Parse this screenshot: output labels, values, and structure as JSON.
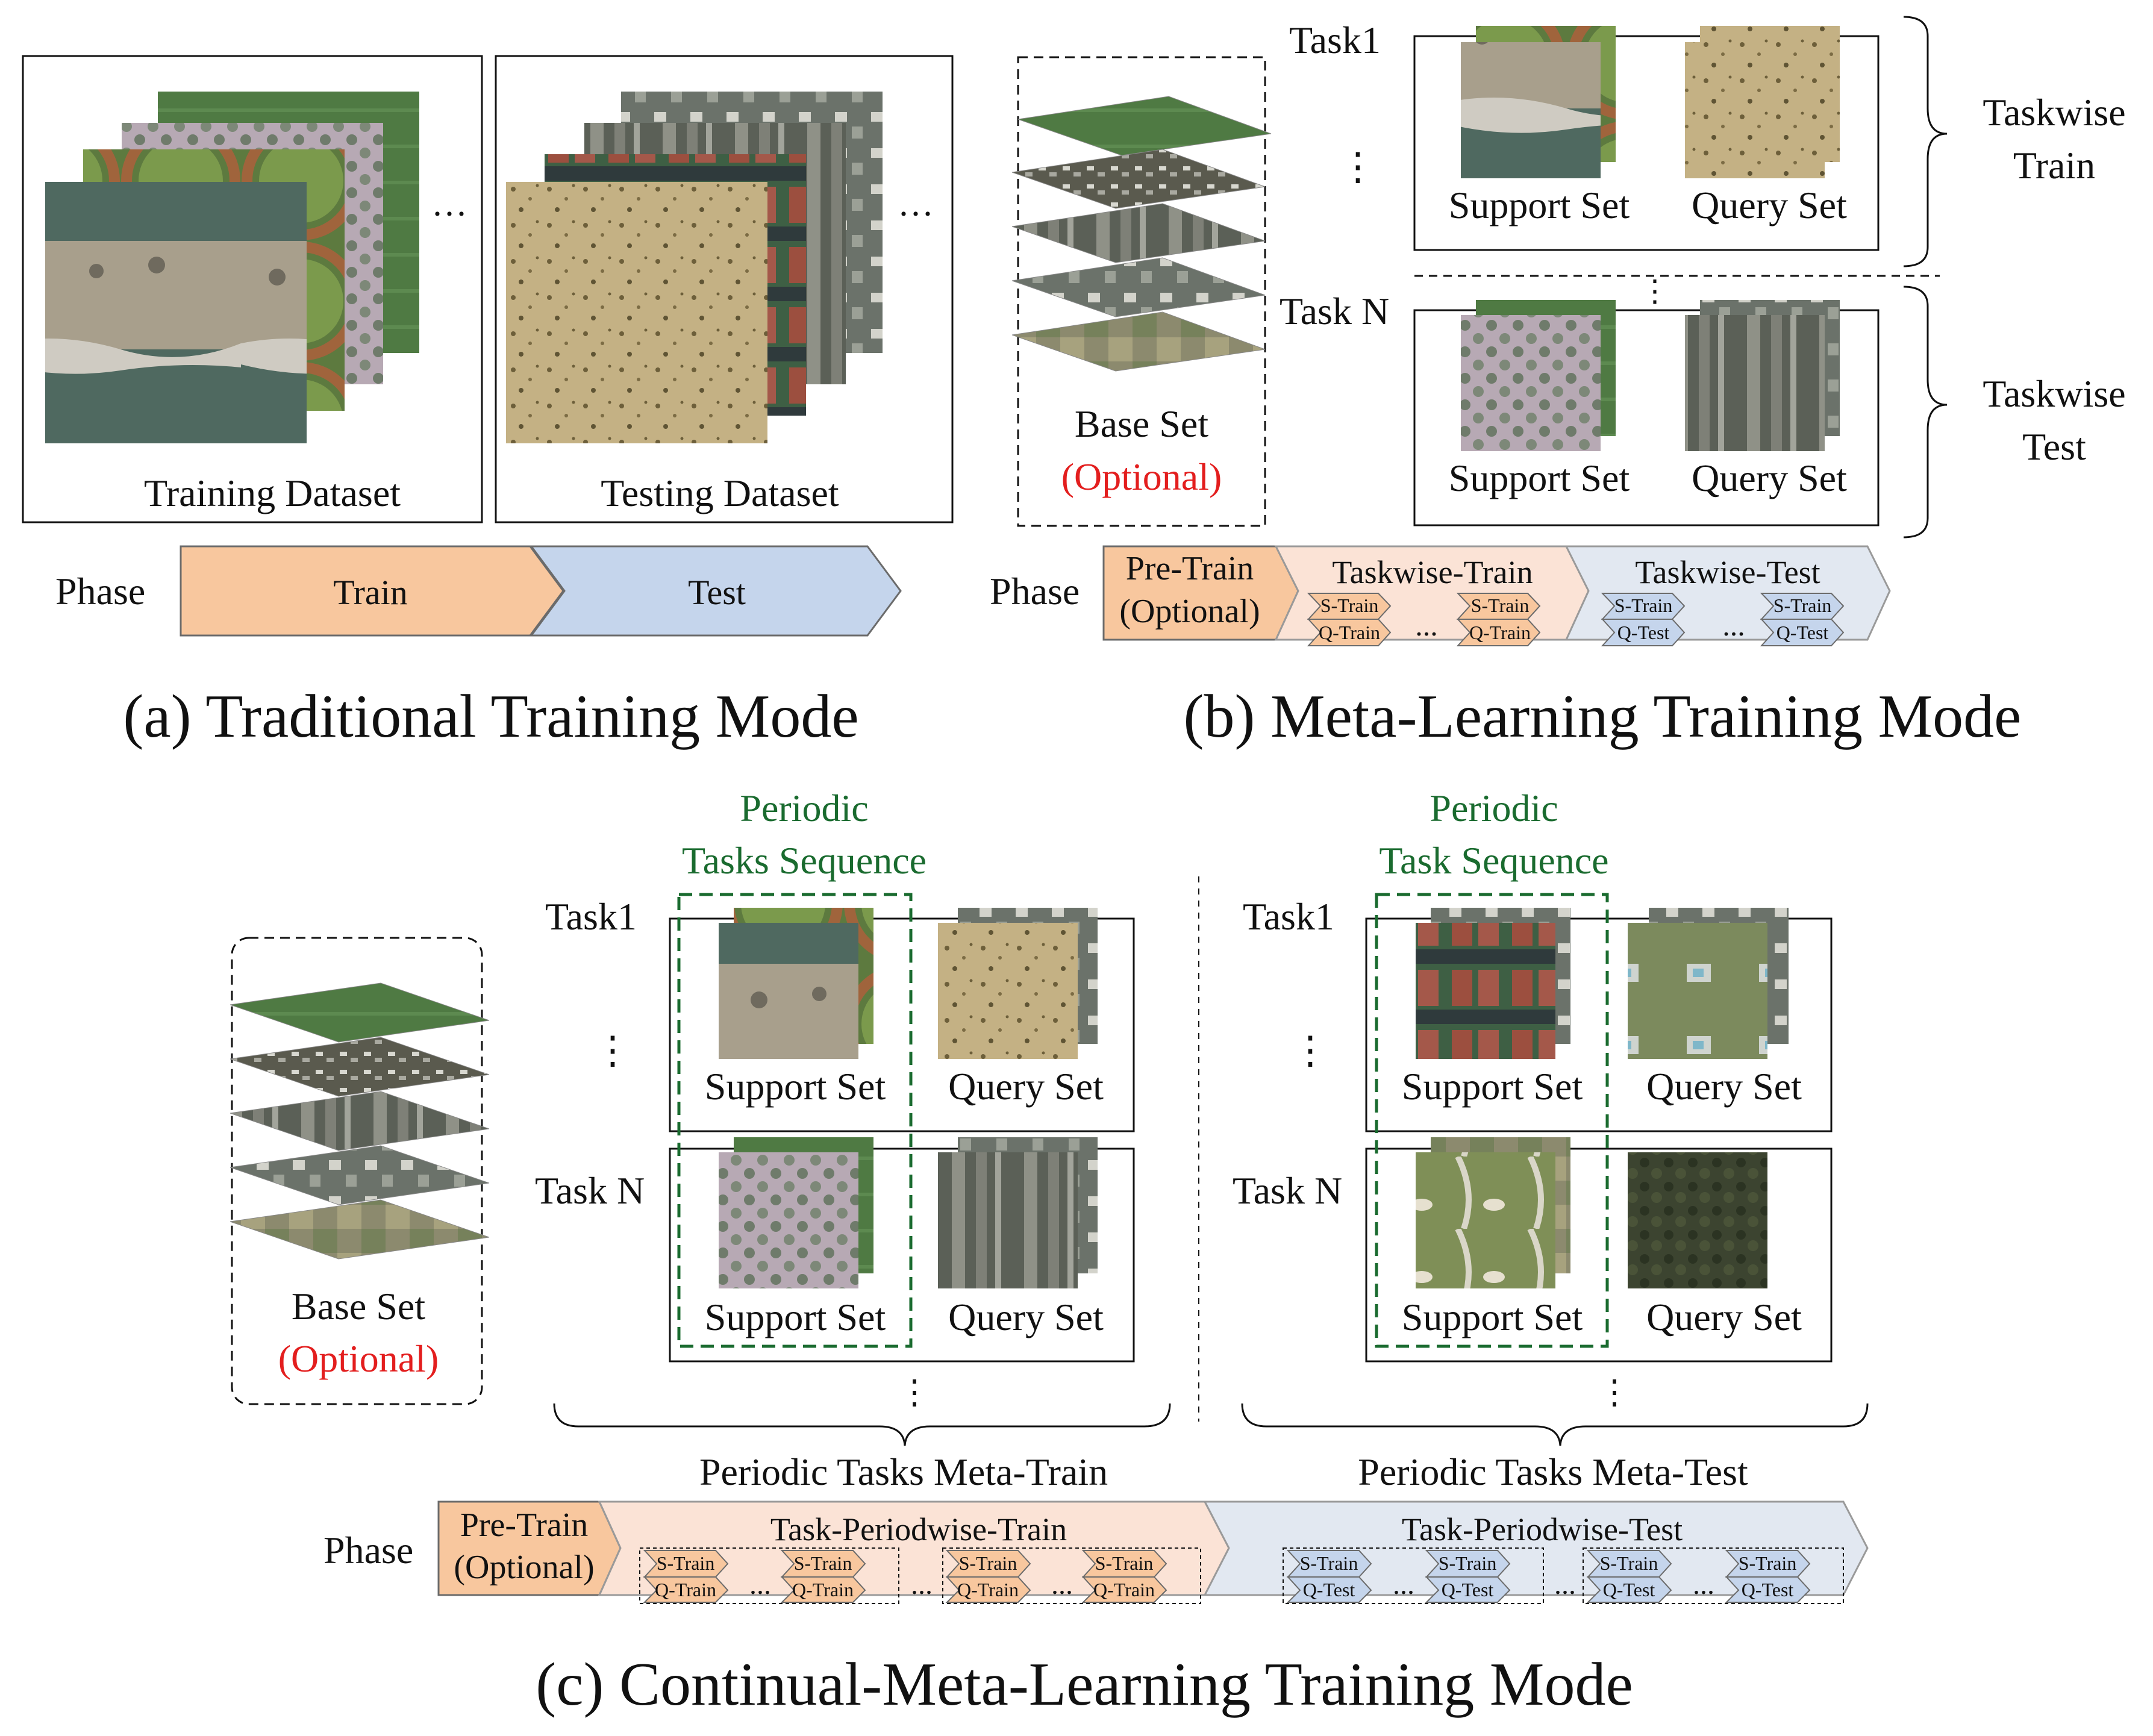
{
  "colors": {
    "train_fill": "#f8c79e",
    "train_light": "#fbe3d6",
    "test_fill": "#c5d5ec",
    "test_light": "#e2e8f1",
    "green": "#1a6b2f",
    "red": "#e31e1e",
    "stroke": "#6b6b6b"
  },
  "panel_a": {
    "caption": "(a) Traditional Training Mode",
    "training_label": "Training Dataset",
    "testing_label": "Testing Dataset",
    "ellipsis": "···",
    "phase_label": "Phase",
    "phase_train": "Train",
    "phase_test": "Test"
  },
  "panel_b": {
    "caption": "(b) Meta-Learning Training Mode",
    "base_set": "Base Set",
    "optional": "(Optional)",
    "task1": "Task1",
    "taskN": "Task N",
    "vdots": "⋮",
    "support": "Support Set",
    "query": "Query Set",
    "taskwise_train_1": "Taskwise",
    "taskwise_train_2": "Train",
    "taskwise_test_1": "Taskwise",
    "taskwise_test_2": "Test",
    "phase_label": "Phase",
    "pretrain_1": "Pre-Train",
    "pretrain_2": "(Optional)",
    "taskwise_train_title": "Taskwise-Train",
    "taskwise_test_title": "Taskwise-Test",
    "s_train": "S-Train",
    "q_train": "Q-Train",
    "s_test": "S-Train",
    "q_test": "Q-Test",
    "dots": "..."
  },
  "panel_c": {
    "caption": "(c) Continual-Meta-Learning Training Mode",
    "base_set": "Base Set",
    "optional": "(Optional)",
    "periodic_left_1": "Periodic",
    "periodic_left_2": "Tasks Sequence",
    "periodic_right_1": "Periodic",
    "periodic_right_2": "Task Sequence",
    "task1": "Task1",
    "taskN": "Task N",
    "vdots": "⋮",
    "support": "Support Set",
    "query": "Query Set",
    "meta_train": "Periodic Tasks Meta-Train",
    "meta_test": "Periodic Tasks Meta-Test",
    "phase_label": "Phase",
    "pretrain_1": "Pre-Train",
    "pretrain_2": "(Optional)",
    "periodwise_train": "Task-Periodwise-Train",
    "periodwise_test": "Task-Periodwise-Test",
    "s_train": "S-Train",
    "q_train": "Q-Train",
    "q_test": "Q-Test",
    "dots": "..."
  }
}
